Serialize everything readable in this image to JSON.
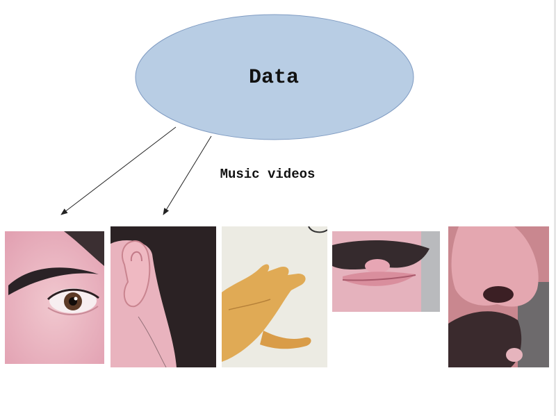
{
  "diagram": {
    "node_label": "Data",
    "edge_label": "Music videos",
    "colors": {
      "ellipse_fill": "#b8cde4",
      "ellipse_stroke": "#7f9bc2",
      "arrow": "#222222"
    }
  },
  "photos": [
    {
      "subject": "eye-photo"
    },
    {
      "subject": "ear-photo"
    },
    {
      "subject": "hand-photo"
    },
    {
      "subject": "mouth-photo"
    },
    {
      "subject": "nose-photo"
    }
  ]
}
